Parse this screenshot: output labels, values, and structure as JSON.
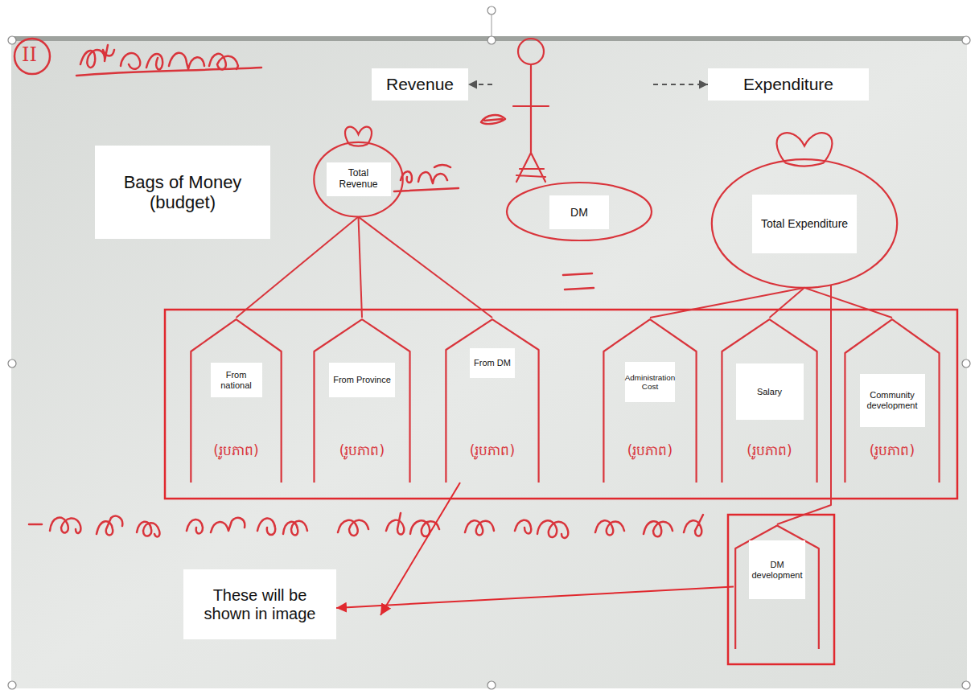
{
  "diagram": {
    "nodes": [
      {
        "text": [
          "Revenue"
        ]
      },
      {
        "text": [
          "Expenditure"
        ]
      },
      {
        "text": [
          "Bags of Money (budget)"
        ]
      },
      {
        "text": [
          "Total Revenue"
        ]
      },
      {
        "text": [
          "DM"
        ]
      },
      {
        "text": [
          "Total Expenditure"
        ]
      },
      {
        "text": [
          "From national",
          "(រូបភាព)"
        ]
      },
      {
        "text": [
          "From Province",
          "(រូបភាព)"
        ]
      },
      {
        "text": [
          "From DM",
          "(រូបភាព)"
        ]
      },
      {
        "text": [
          "Administration Cost",
          "(រូបភាព)"
        ]
      },
      {
        "text": [
          "Salary",
          "(រូបភាព)"
        ]
      },
      {
        "text": [
          "Community development",
          "(រូបភាព)"
        ]
      },
      {
        "text": [
          "DM development"
        ]
      },
      {
        "text": [
          "These will be shown in image"
        ]
      }
    ],
    "edges": [
      {
        "from": 4,
        "to": 0,
        "arrow": "to"
      },
      {
        "from": 4,
        "to": 1,
        "arrow": "to"
      },
      {
        "from": 3,
        "to": 6,
        "arrow": "none"
      },
      {
        "from": 3,
        "to": 7,
        "arrow": "none"
      },
      {
        "from": 3,
        "to": 8,
        "arrow": "none"
      },
      {
        "from": 5,
        "to": 9,
        "arrow": "none"
      },
      {
        "from": 5,
        "to": 10,
        "arrow": "none"
      },
      {
        "from": 5,
        "to": 11,
        "arrow": "none"
      },
      {
        "from": 5,
        "to": 12,
        "arrow": "none"
      },
      {
        "from": 12,
        "to": 13,
        "arrow": "to"
      }
    ],
    "labels": [
      "II"
    ]
  }
}
